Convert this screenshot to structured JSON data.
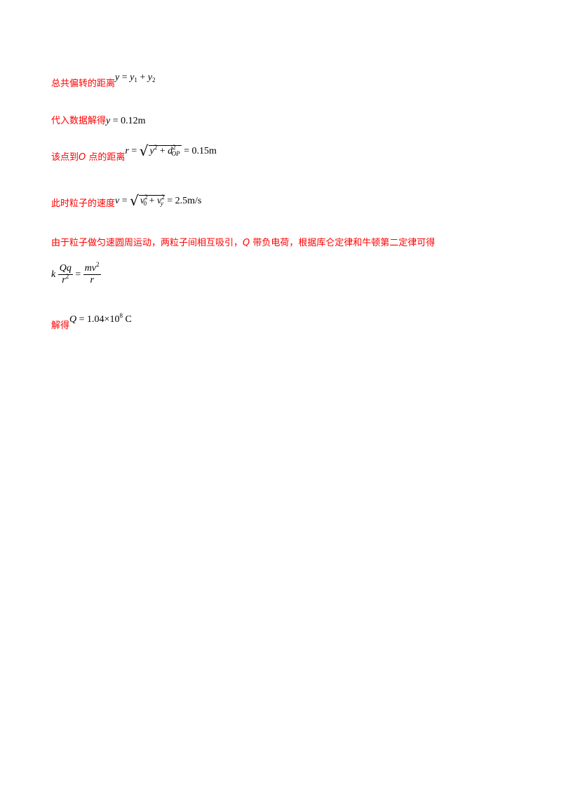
{
  "lines": {
    "l1_label": "总共偏转的距离",
    "l2_label": "代入数据解得",
    "l3_label_a": "该点到",
    "l3_label_o": "O",
    "l3_label_b": " 点的距离",
    "l4_label": "此时粒子的速度",
    "l5_text_a": "由于粒子做匀速圆周运动，两粒子间相互吸引，",
    "l5_text_q": "Q",
    "l5_text_b": " 带负电荷，根据库仑定律和牛顿第二定律可得",
    "l7_label": "解得"
  },
  "formulas": {
    "f2_value": "0.12m",
    "f3_value": "0.15m",
    "f4_value": "2.5m/s",
    "f7_value": "1.04×10",
    "f7_exp": "8",
    "f7_unit": " C"
  }
}
